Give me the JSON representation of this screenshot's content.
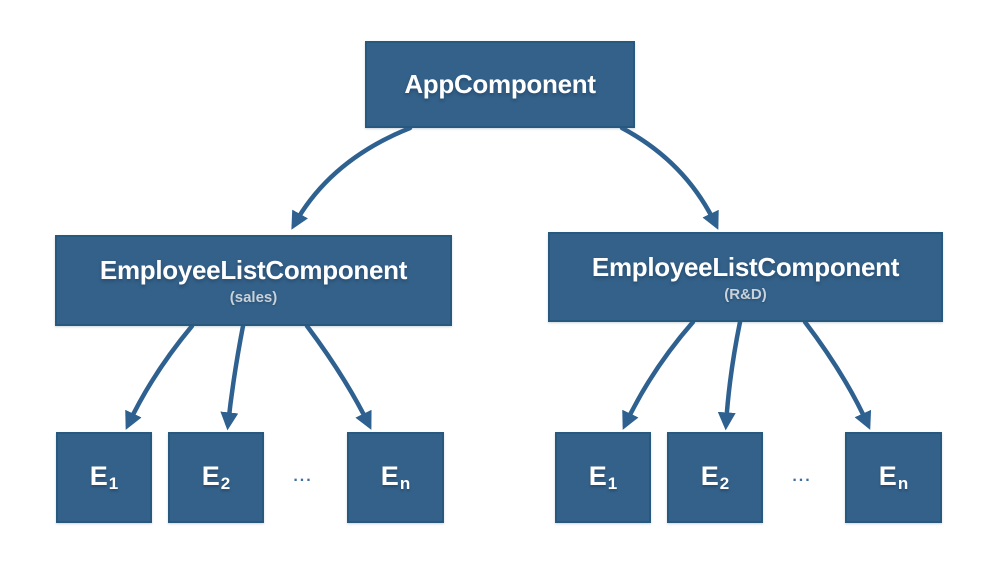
{
  "diagram": {
    "type": "component-tree",
    "colors": {
      "background": "#ffffff",
      "box_fill": "#346189",
      "box_border": "#27587e",
      "arrow": "#2e6190",
      "title_text": "#ffffff",
      "subtitle_text": "#c9d2da",
      "ellipsis_text": "#3f6fa0"
    },
    "root": {
      "label": "AppComponent"
    },
    "branches": [
      {
        "label": "EmployeeListComponent",
        "sublabel": "(sales)",
        "ellipsis": "...",
        "leaves": [
          {
            "base": "E",
            "sub": "1"
          },
          {
            "base": "E",
            "sub": "2"
          },
          {
            "base": "E",
            "sub": "n"
          }
        ]
      },
      {
        "label": "EmployeeListComponent",
        "sublabel": "(R&D)",
        "ellipsis": "...",
        "leaves": [
          {
            "base": "E",
            "sub": "1"
          },
          {
            "base": "E",
            "sub": "2"
          },
          {
            "base": "E",
            "sub": "n"
          }
        ]
      }
    ],
    "edges": [
      {
        "from": "AppComponent",
        "to": "EmployeeListComponent (sales)"
      },
      {
        "from": "AppComponent",
        "to": "EmployeeListComponent (R&D)"
      },
      {
        "from": "EmployeeListComponent (sales)",
        "to": "E1"
      },
      {
        "from": "EmployeeListComponent (sales)",
        "to": "E2"
      },
      {
        "from": "EmployeeListComponent (sales)",
        "to": "En"
      },
      {
        "from": "EmployeeListComponent (R&D)",
        "to": "E1"
      },
      {
        "from": "EmployeeListComponent (R&D)",
        "to": "E2"
      },
      {
        "from": "EmployeeListComponent (R&D)",
        "to": "En"
      }
    ]
  }
}
